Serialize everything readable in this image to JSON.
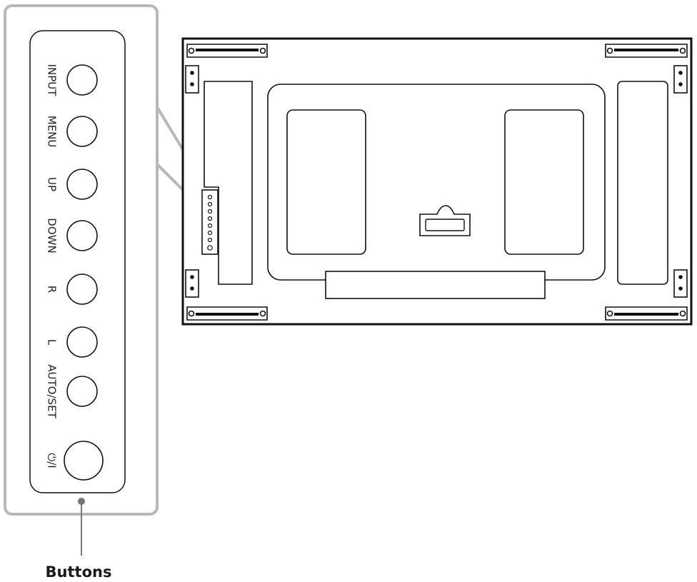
{
  "panel": {
    "buttons": [
      {
        "id": "input",
        "label": "INPUT"
      },
      {
        "id": "menu",
        "label": "MENU"
      },
      {
        "id": "up",
        "label": "UP"
      },
      {
        "id": "down",
        "label": "DOWN"
      },
      {
        "id": "right",
        "label": "R"
      },
      {
        "id": "left",
        "label": "L"
      },
      {
        "id": "auto-set",
        "label": "AUTO/SET"
      },
      {
        "id": "power",
        "label": "⏻/I"
      }
    ]
  },
  "callout": {
    "label": "Buttons"
  },
  "colors": {
    "panel_frame": "#b8b8b8",
    "line": "#111111"
  }
}
